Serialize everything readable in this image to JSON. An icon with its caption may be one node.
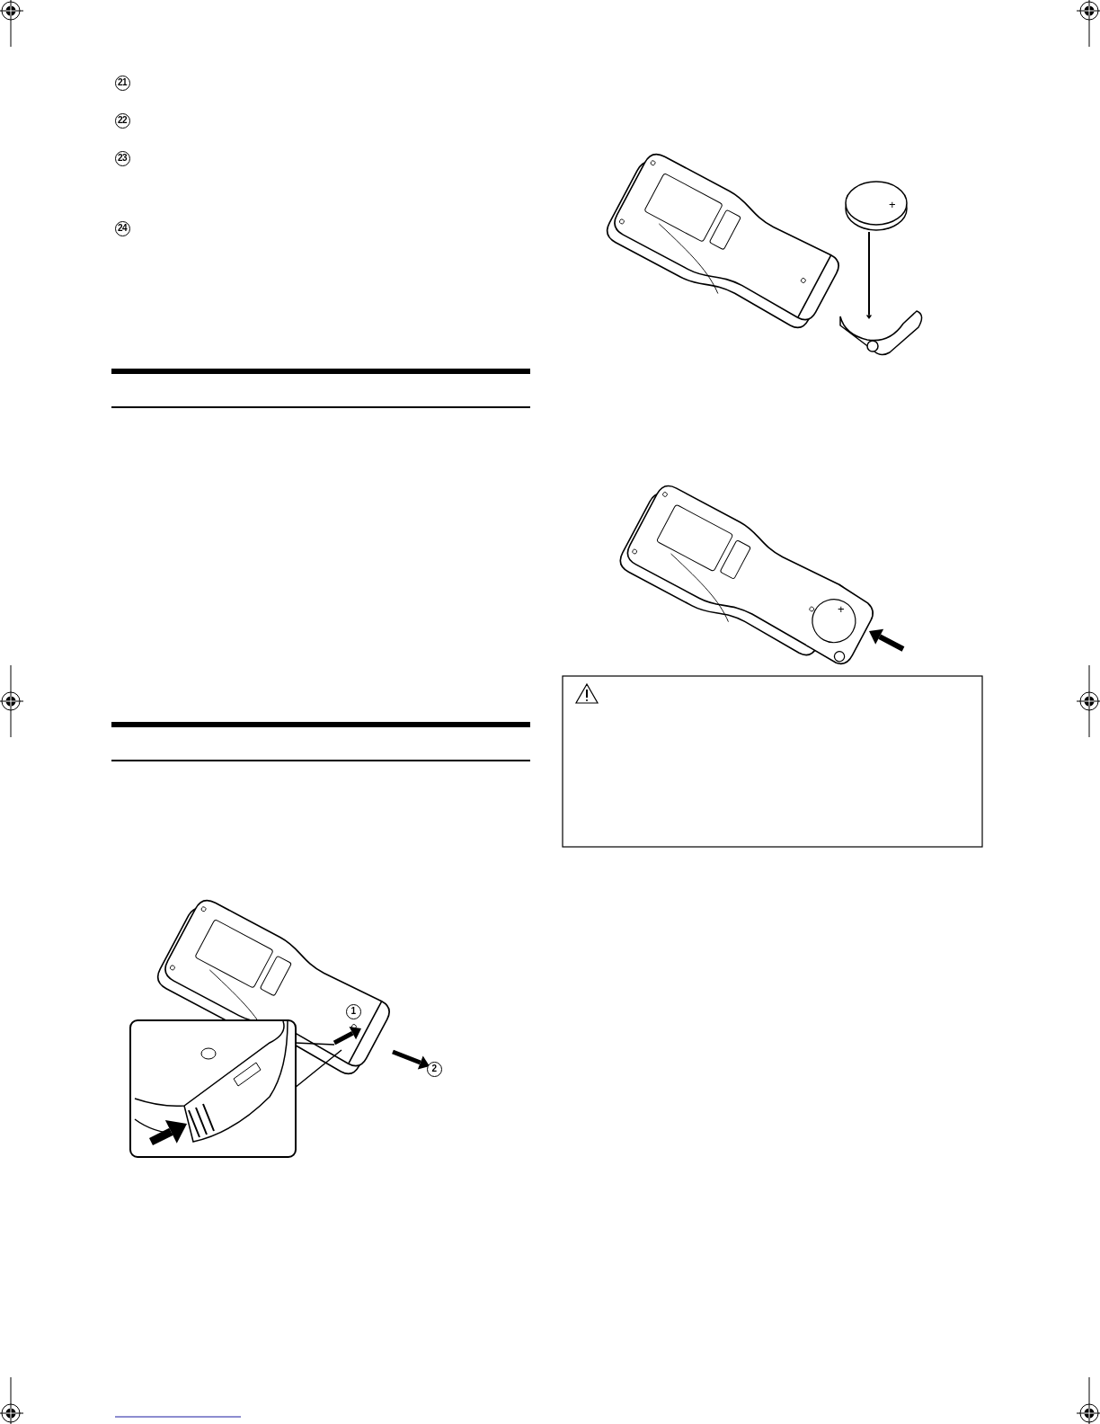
{
  "diagram": {
    "labels": [
      "21",
      "22",
      "23",
      "24",
      "1",
      "2",
      "+",
      "+"
    ]
  }
}
